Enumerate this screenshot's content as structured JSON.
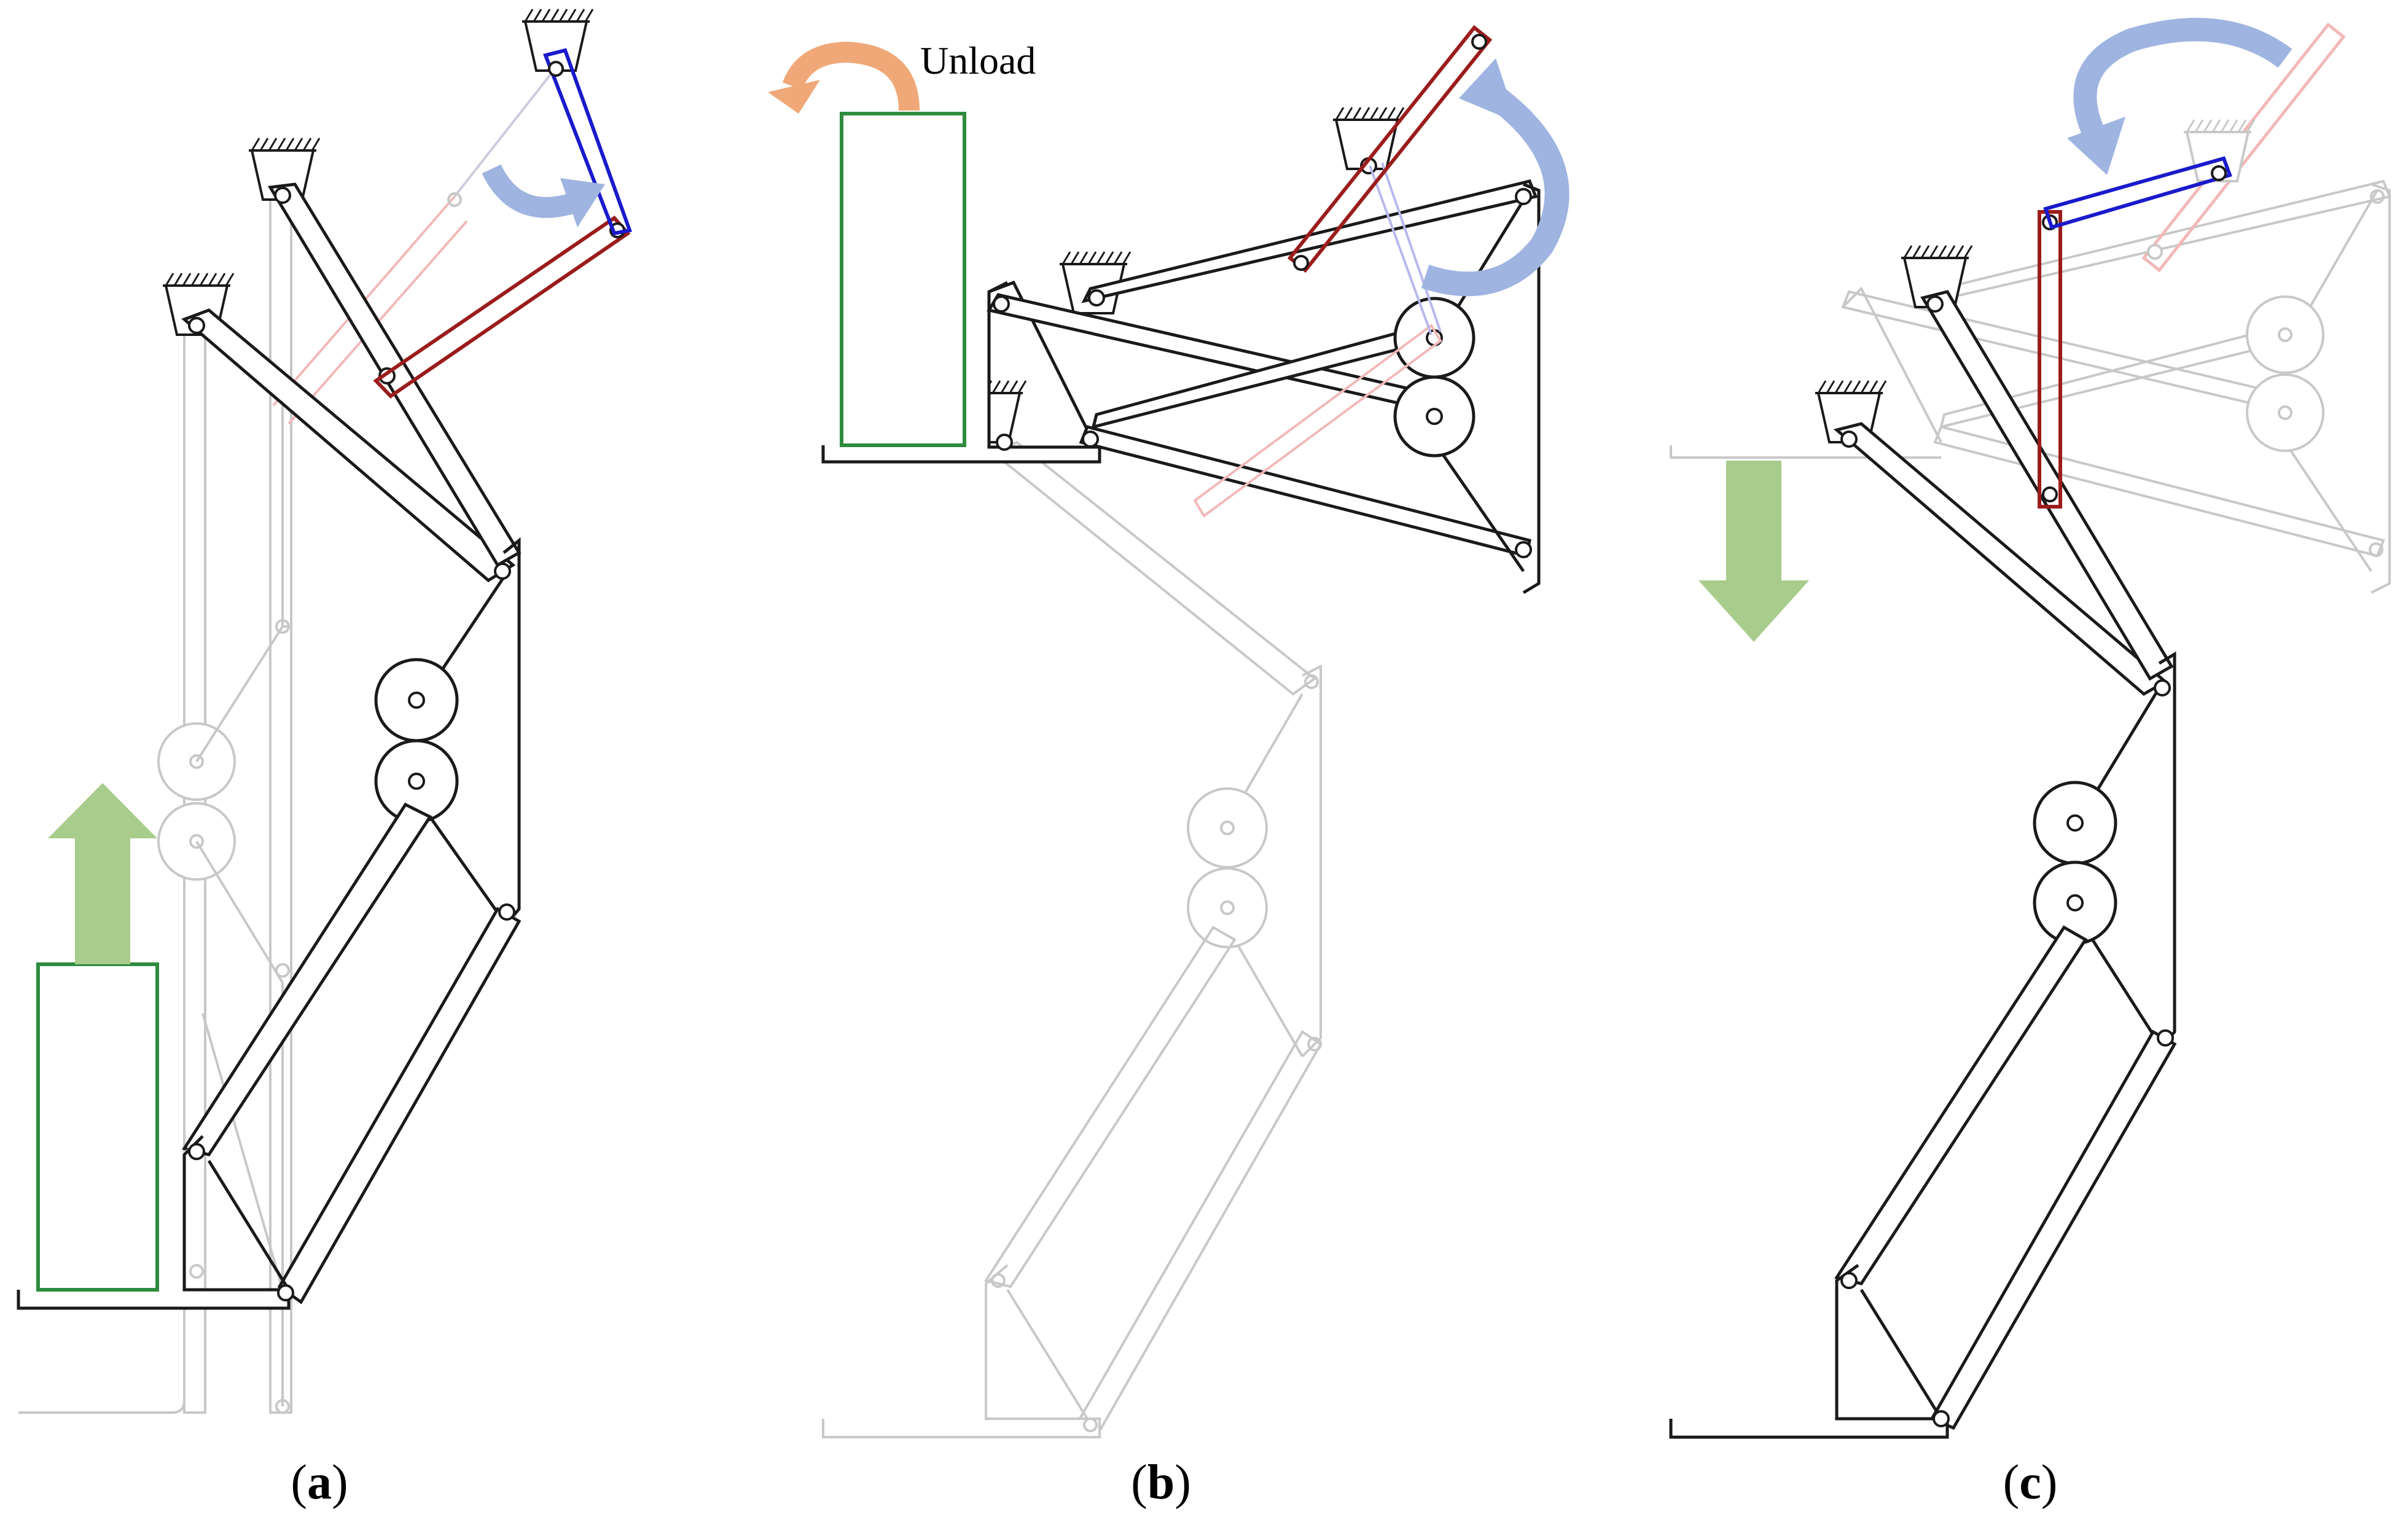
{
  "figure": {
    "panels": [
      {
        "id": "a",
        "letter": "a",
        "open": "(",
        "close": ")"
      },
      {
        "id": "b",
        "letter": "b",
        "open": "(",
        "close": ")",
        "annotation": "Unload"
      },
      {
        "id": "c",
        "letter": "c",
        "open": "(",
        "close": ")"
      }
    ],
    "colors": {
      "link": "#1a1a1a",
      "ghost": "#c8c8c8",
      "payload": "#2e8b3e",
      "crank_red": "#9b1c1c",
      "crank_blue": "#1a1acc",
      "arrow_blue": "#9fb4e0",
      "arrow_green": "#a8cc8c",
      "arrow_orange": "#f0a878"
    },
    "icons": [
      "ground-hatch-icon",
      "up-arrow-icon",
      "down-arrow-icon",
      "rotate-arrow-icon",
      "pin-joint-icon"
    ]
  }
}
